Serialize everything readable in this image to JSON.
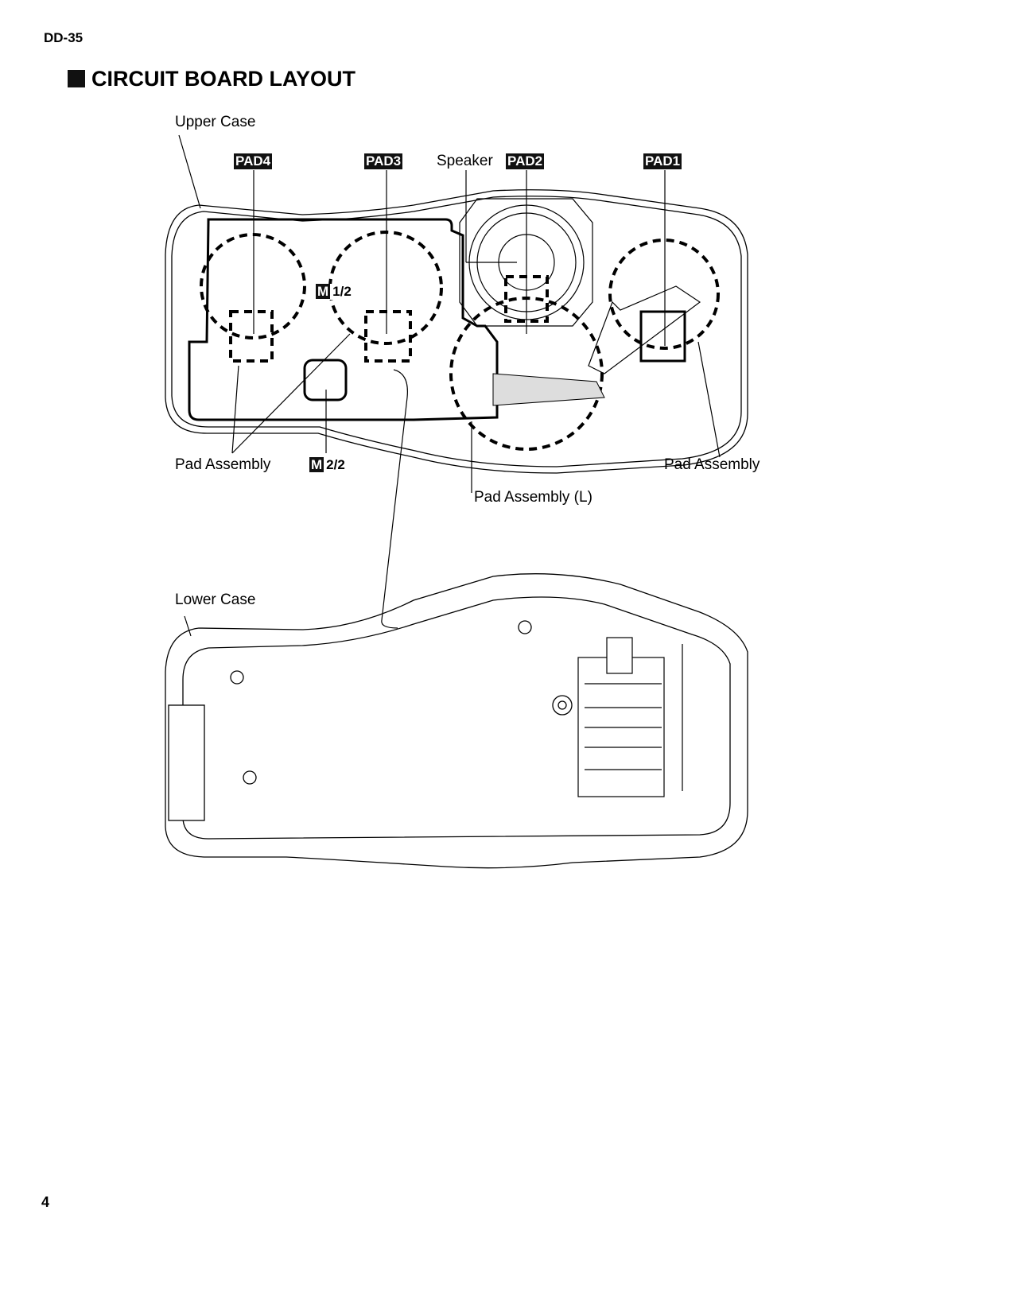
{
  "header": {
    "model": "DD-35"
  },
  "section": {
    "title": "CIRCUIT BOARD LAYOUT"
  },
  "diagram": {
    "upper_case": "Upper Case",
    "lower_case": "Lower Case",
    "pads": [
      "PAD4",
      "PAD3",
      "PAD2",
      "PAD1"
    ],
    "speaker": "Speaker",
    "m_badge": "M",
    "m_1_2": "1/2",
    "m_2_2": "2/2",
    "pad_assembly_left": "Pad Assembly",
    "pad_assembly_right": "Pad Assembly",
    "pad_assembly_l": "Pad Assembly (L)"
  },
  "footer": {
    "page": "4"
  }
}
